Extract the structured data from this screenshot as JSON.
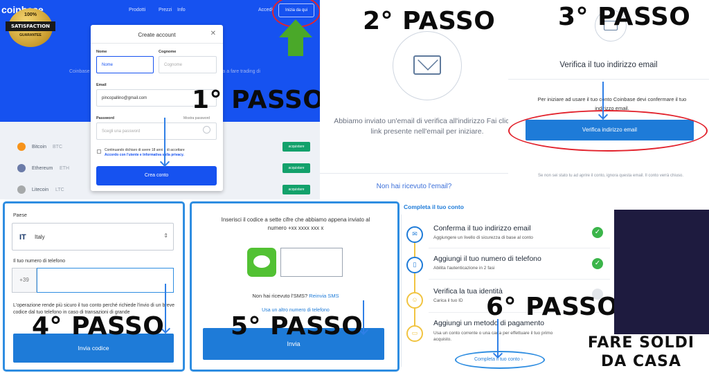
{
  "steps": {
    "s1": "1° PASSO",
    "s2": "2° PASSO",
    "s3": "3° PASSO",
    "s4": "4° PASSO",
    "s5": "5° PASSO",
    "s6": "6° PASSO"
  },
  "badge": {
    "pct": "100%",
    "ribbon": "SATISFACTION",
    "guarantee": "GUARANTEE"
  },
  "signup": {
    "logo": "coinbase",
    "nav": [
      "Prodotti",
      "Prezzi",
      "Info"
    ],
    "signin": "Accedi",
    "cta": "Inizia da qui",
    "bg_line": "Coinbase rende facile acquistare, vendere e custodire criptovalute. Inizia a fare trading di",
    "coins": [
      {
        "name": "Bitcoin",
        "ticker": "BTC",
        "buy": "acquistare",
        "color": "#f7931a"
      },
      {
        "name": "Ethereum",
        "ticker": "ETH",
        "buy": "acquistare",
        "color": "#6b7ba8"
      },
      {
        "name": "Litecoin",
        "ticker": "LTC",
        "buy": "acquistare",
        "color": "#a6a9aa"
      }
    ],
    "modal": {
      "title": "Create account",
      "close": "✕",
      "first_label": "Nome",
      "first_placeholder": "Nome",
      "last_label": "Cognome",
      "last_placeholder": "Cognome",
      "email_label": "Email",
      "email_value": "pincopallino@gmail.com",
      "password_label": "Password",
      "show_password": "Mostra password",
      "password_placeholder": "Scegli una password",
      "terms_text": "Continuando dichiaro di avere 18 anni e di accettare",
      "terms_link": "Accordo con l'utente e Informativa sulla privacy.",
      "create": "Crea conto"
    }
  },
  "verify_sent": {
    "message": "Abbiamo inviato un'email di verifica all'indirizzo Fai clic sul link presente nell'email per iniziare.",
    "no_email": "Non hai ricevuto l'email?"
  },
  "verify_email": {
    "title": "Verifica il tuo indirizzo email",
    "desc": "Per iniziare ad usare il tuo conto Coinbase devi confermare il tuo indirizzo email.",
    "button": "Verifica indirizzo email",
    "footer": "Se non sei stato tu ad aprire il conto, ignora questa email. Il conto verrà chiuso."
  },
  "phone": {
    "country_label": "Paese",
    "flag": "IT",
    "country": "Italy",
    "caret": "⇕",
    "phone_label": "Il tuo numero di telefono",
    "prefix": "+39",
    "info": "L'operazione rende più sicuro il tuo conto perché richiede l'invio di un breve codice dal tuo telefono in caso di transazioni di grande",
    "button": "Invia codice"
  },
  "sms": {
    "intro": "Inserisci il codice a sette cifre che abbiamo appena inviato al numero +xx xxxx xxx x",
    "no_sms": "Non hai ricevuto l'SMS?",
    "resend": "Reinvia SMS",
    "alt": "Usa un altro numero di telefono",
    "button": "Invia"
  },
  "complete": {
    "title": "Completa il tuo conto",
    "items": [
      {
        "title": "Conferma il tuo indirizzo email",
        "sub": "Aggiungere un livello di sicurezza di base al conto",
        "icon": "✉",
        "done": true
      },
      {
        "title": "Aggiungi il tuo numero di telefono",
        "sub": "Abilita l'autenticazione in 2 fasi",
        "icon": "▯",
        "done": true
      },
      {
        "title": "Verifica la tua identità",
        "sub": "Carica il tuo ID",
        "icon": "☺",
        "done": false
      },
      {
        "title": "Aggiungi un metodo di pagamento",
        "sub": "Usa un conto corrente o una carta per effettuare il tuo primo acquisto.",
        "icon": "▭",
        "done": false
      }
    ],
    "check": "✓",
    "link": "Completa il tuo conto ›"
  },
  "brand_logo": {
    "line1": "FARE SOLDI",
    "line2": "DA CASA"
  }
}
